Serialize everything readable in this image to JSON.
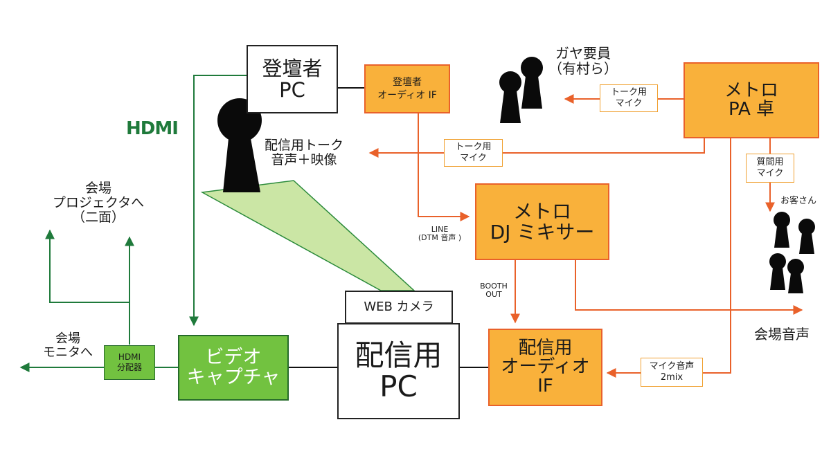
{
  "boxes": {
    "presenter_pc": [
      "登壇者",
      "PC"
    ],
    "presenter_audio_if": [
      "登壇者",
      "オーディオ IF"
    ],
    "pa": [
      "メトロ",
      "PA 卓"
    ],
    "dj_mixer": [
      "メトロ",
      "DJ ミキサー"
    ],
    "webcam": "WEB カメラ",
    "stream_pc": [
      "配信用",
      "PC"
    ],
    "stream_audio_if": [
      "配信用",
      "オーディオ",
      "IF"
    ],
    "video_capture": [
      "ビデオ",
      "キャプチャ"
    ],
    "hdmi_splitter": [
      "HDMI",
      "分配器"
    ]
  },
  "mic_tags": {
    "talk_mic_gaya": [
      "トーク用",
      "マイク"
    ],
    "talk_mic_stream": [
      "トーク用",
      "マイク"
    ],
    "question_mic": [
      "質問用",
      "マイク"
    ],
    "mic_mix": [
      "マイク音声",
      "2mix"
    ]
  },
  "labels": {
    "hdmi": "HDMI",
    "gaya": [
      "ガヤ要員",
      "（有村ら）"
    ],
    "stream_talk": [
      "配信用トーク",
      "音声＋映像"
    ],
    "venue_projector": [
      "会場",
      "プロジェクタへ",
      "（二面）"
    ],
    "venue_monitor": [
      "会場",
      "モニタへ"
    ],
    "line": [
      "LINE",
      "(DTM 音声 )"
    ],
    "booth_out": [
      "BOOTH",
      "OUT"
    ],
    "customers": "お客さん",
    "venue_audio": "会場音声"
  },
  "colors": {
    "orange_fill": "#f9b13b",
    "orange_line": "#e9612a",
    "green_fill": "#72c240",
    "green_line": "#256a2a",
    "camera_cone": "#cbe6a5"
  },
  "icons": [
    "person-silhouette-icon"
  ]
}
